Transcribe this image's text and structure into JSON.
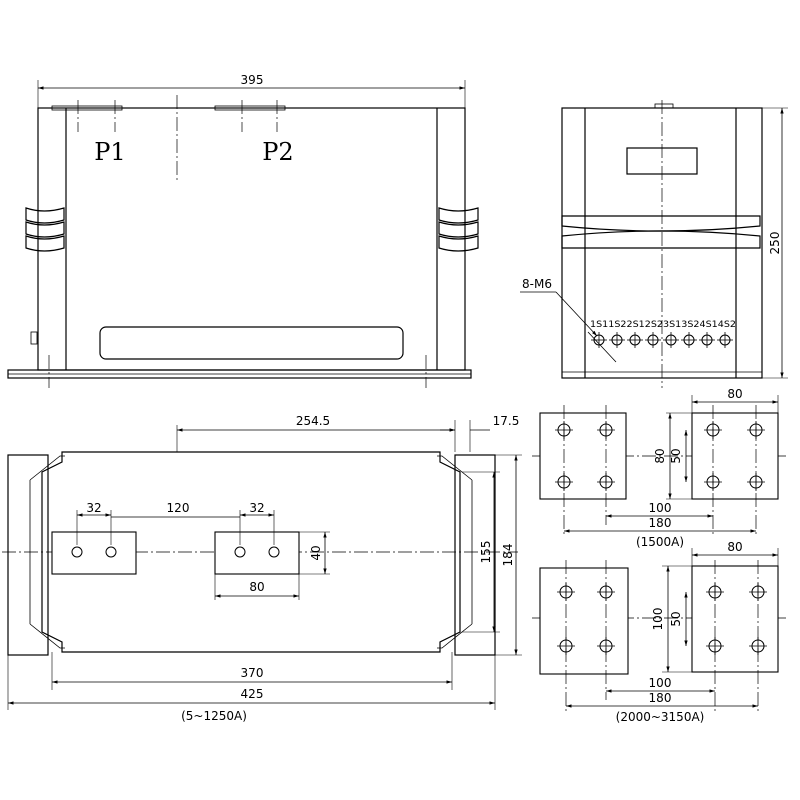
{
  "front_view": {
    "width_dim": "395",
    "primary_labels": [
      "P1",
      "P2"
    ]
  },
  "side_view": {
    "height_dim": "250",
    "screw_label": "8-M6",
    "terminal_labels": "1S11S22S12S23S13S24S14S2"
  },
  "plan_view": {
    "dims": {
      "d254": "254.5",
      "d17": "17.5",
      "d32a": "32",
      "d32b": "32",
      "d120": "120",
      "d40": "40",
      "d80": "80",
      "d155": "155",
      "d184": "184",
      "d370": "370",
      "d425": "425"
    },
    "caption": "(5~1250A)"
  },
  "terminals_1500": {
    "caption": "(1500A)",
    "dims": {
      "w80": "80",
      "h80": "80",
      "h50": "50",
      "d100": "100",
      "d180": "180"
    }
  },
  "terminals_2000": {
    "caption": "(2000~3150A)",
    "dims": {
      "w80": "80",
      "h100": "100",
      "h50": "50",
      "d100": "100",
      "d180": "180"
    }
  }
}
